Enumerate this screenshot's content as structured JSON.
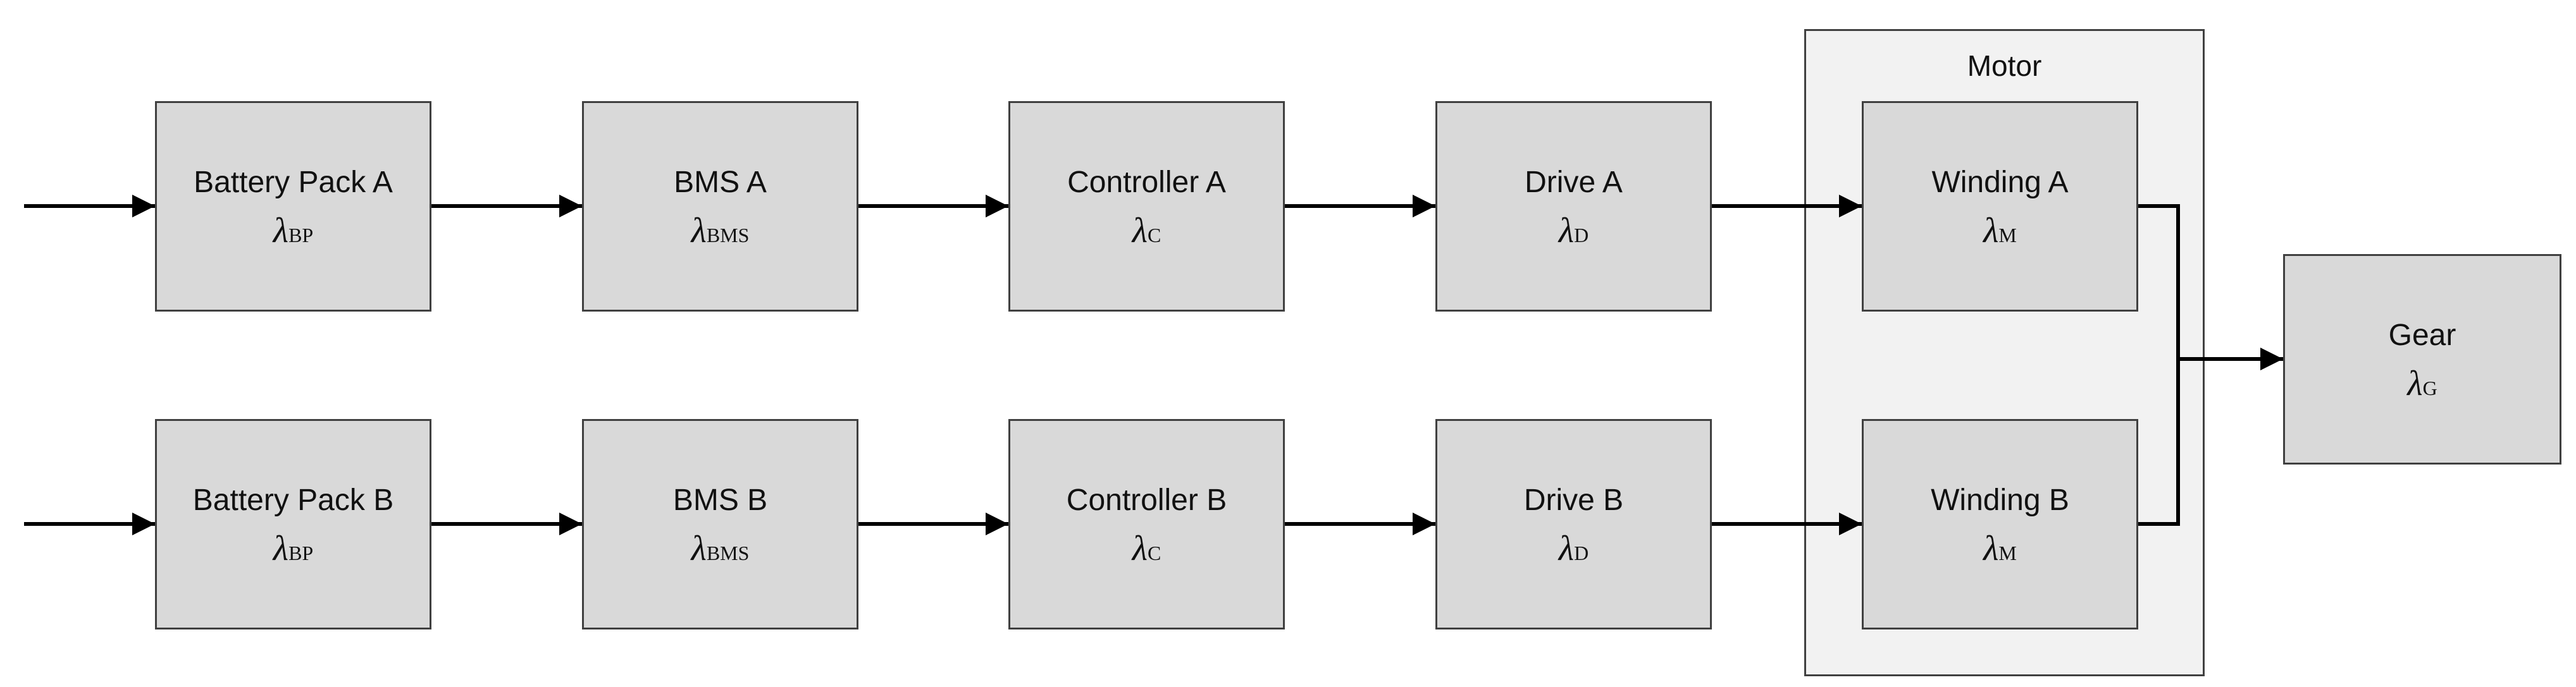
{
  "diagram": {
    "group": {
      "label": "Motor"
    },
    "symbols": {
      "lambda": "λ"
    },
    "colors": {
      "block_fill": "#d9d9d9",
      "group_fill": "#f2f2f2",
      "border": "#404040",
      "line": "#000000"
    },
    "chain_a": [
      {
        "label": "Battery Pack A",
        "subscript": "BP"
      },
      {
        "label": "BMS A",
        "subscript": "BMS"
      },
      {
        "label": "Controller A",
        "subscript": "C"
      },
      {
        "label": "Drive A",
        "subscript": "D"
      },
      {
        "label": "Winding A",
        "subscript": "M"
      }
    ],
    "chain_b": [
      {
        "label": "Battery Pack B",
        "subscript": "BP"
      },
      {
        "label": "BMS B",
        "subscript": "BMS"
      },
      {
        "label": "Controller B",
        "subscript": "C"
      },
      {
        "label": "Drive B",
        "subscript": "D"
      },
      {
        "label": "Winding B",
        "subscript": "M"
      }
    ],
    "output": {
      "label": "Gear",
      "subscript": "G"
    }
  }
}
